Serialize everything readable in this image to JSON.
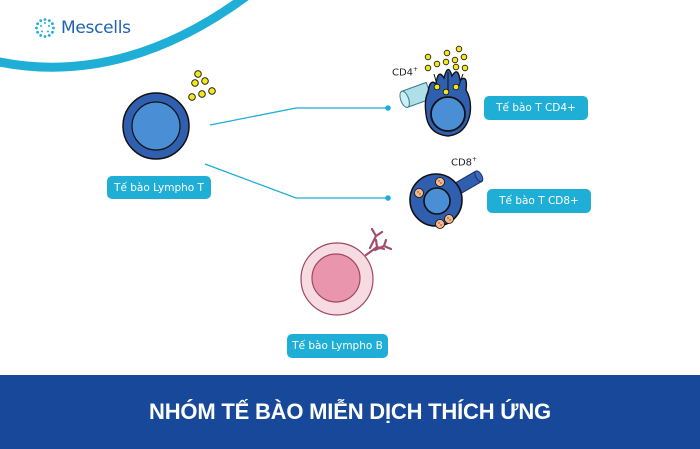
{
  "brand": {
    "name": "Mescells",
    "logo_icon": "dotted-circle-logo-icon",
    "colors": {
      "brand_blue": "#1e63b0",
      "accent_cyan": "#1eaed6",
      "footer_navy": "#17489a"
    }
  },
  "diagram": {
    "source_cell": {
      "label": "Tế bào Lympho T",
      "icon": "t-lymphocyte-cell-icon"
    },
    "branches": [
      {
        "label": "Tế bào T CD4+",
        "marker": "CD4",
        "marker_sup": "+",
        "icon": "cd4-t-cell-icon"
      },
      {
        "label": "Tế bào T CD8+",
        "marker": "CD8",
        "marker_sup": "+",
        "icon": "cd8-t-cell-icon"
      }
    ],
    "b_cell": {
      "label": "Tế bào Lympho B",
      "icon": "b-lymphocyte-cell-icon"
    }
  },
  "footer": {
    "title": "NHÓM TẾ BÀO MIỄN DỊCH THÍCH ỨNG"
  }
}
